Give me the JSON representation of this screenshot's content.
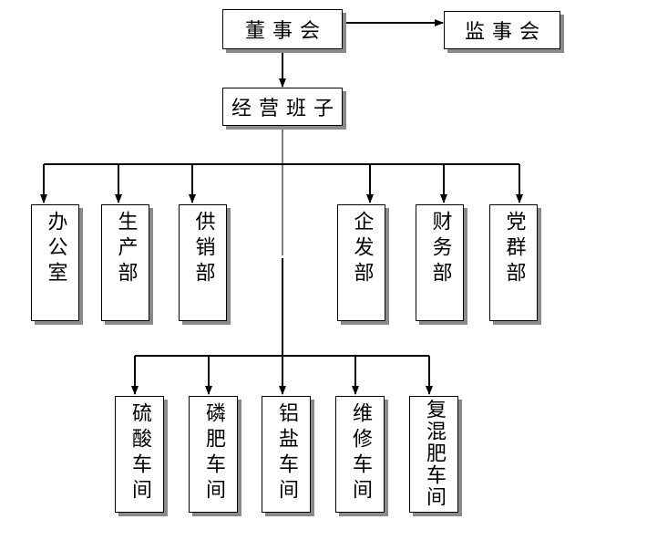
{
  "org_chart": {
    "board": "董事会",
    "supervisory_board": "监事会",
    "management_team": "经营班子",
    "departments": [
      "办公室",
      "生产部",
      "供销部",
      "企发部",
      "财务部",
      "党群部"
    ],
    "workshops": [
      "硫酸车间",
      "磷肥车间",
      "铝盐车间",
      "维修车间",
      "复混肥车间"
    ]
  }
}
